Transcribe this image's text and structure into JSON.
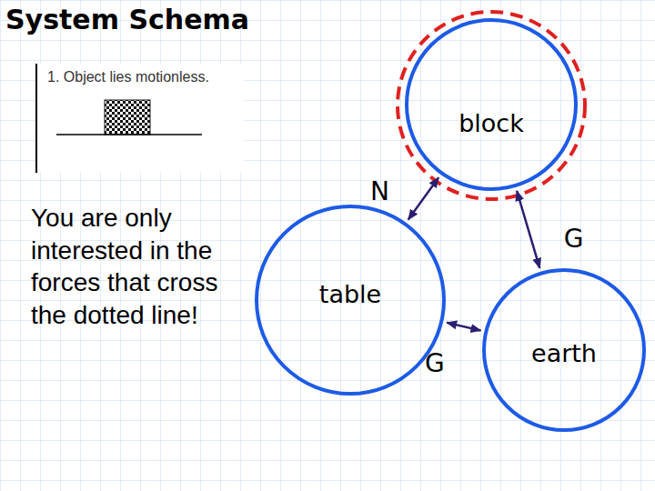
{
  "diagram": {
    "title": "System Schema",
    "nodes": [
      {
        "text": [
          "block"
        ]
      },
      {
        "text": [
          "table"
        ]
      },
      {
        "text": [
          "earth"
        ]
      }
    ],
    "edges": [
      {
        "from": 0,
        "to": 1,
        "label": "N",
        "arrow": "both"
      },
      {
        "from": 0,
        "to": 2,
        "label": "G",
        "arrow": "both"
      },
      {
        "from": 1,
        "to": 2,
        "label": "G",
        "arrow": "both"
      }
    ],
    "labels": [
      "1. Object lies motionless.",
      "You are only interested in the forces that cross the dotted line!"
    ]
  }
}
